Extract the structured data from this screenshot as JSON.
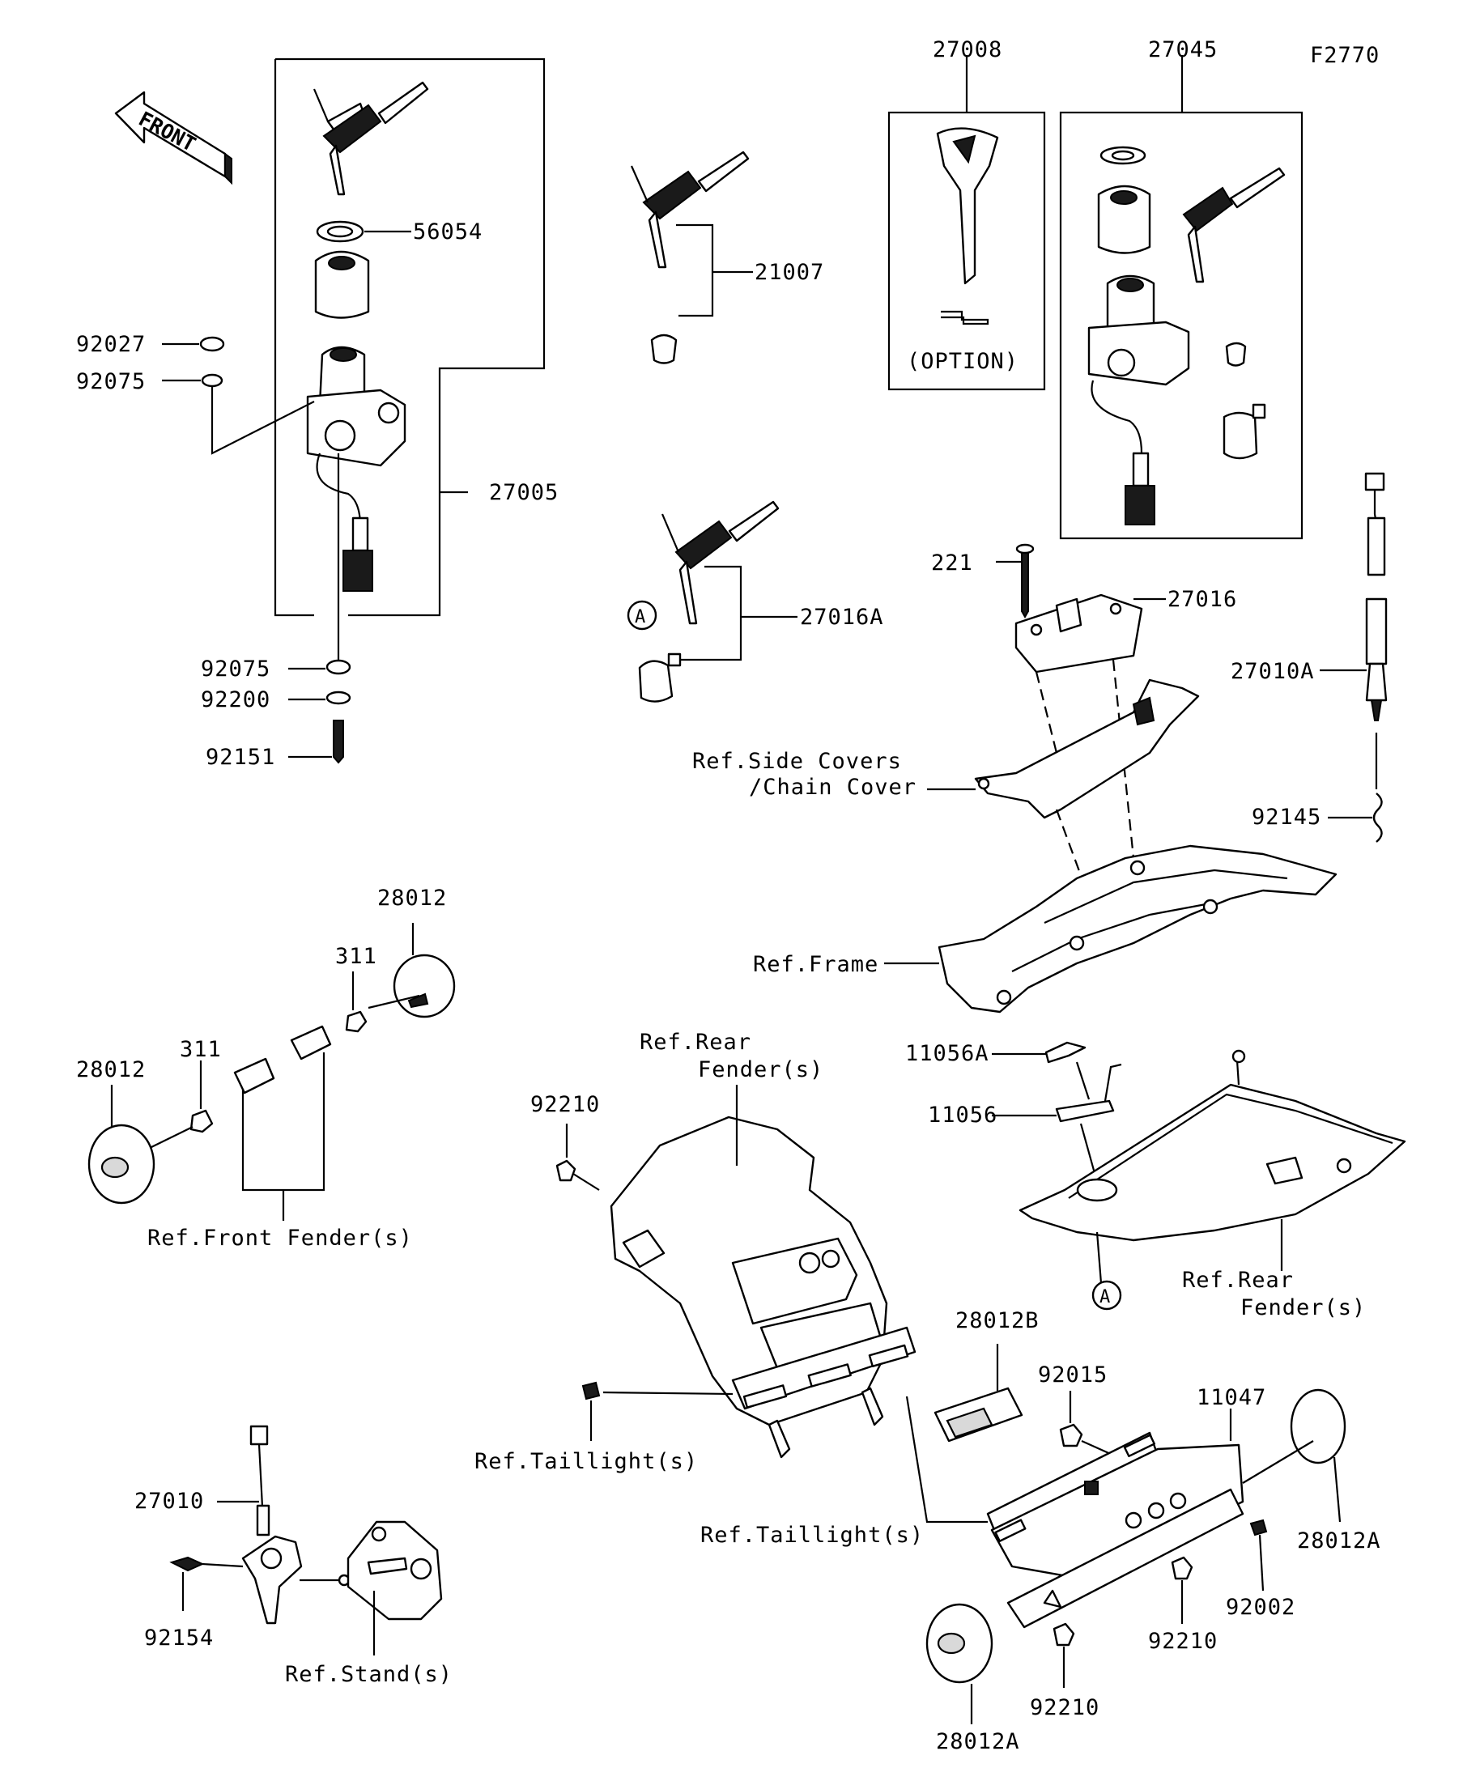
{
  "figure_code": "F2770",
  "front_arrow_label": "FRONT",
  "option_label": "(OPTION)",
  "callout_letter": "A",
  "part_numbers": {
    "p56054": "56054",
    "p92027": "92027",
    "p92075_top": "92075",
    "p27005": "27005",
    "p92075_bottom": "92075",
    "p92200": "92200",
    "p92151": "92151",
    "p21007": "21007",
    "p27016A": "27016A",
    "p27008": "27008",
    "p27045": "27045",
    "p221": "221",
    "p27016": "27016",
    "p27010A": "27010A",
    "p92145": "92145",
    "p28012_top": "28012",
    "p311_top": "311",
    "p311_left": "311",
    "p28012_left": "28012",
    "p92210_top": "92210",
    "p11056A": "11056A",
    "p11056": "11056",
    "p28012B": "28012B",
    "p92015": "92015",
    "p11047": "11047",
    "p28012A_right": "28012A",
    "p92002": "92002",
    "p92210_right": "92210",
    "p92210_bottom": "92210",
    "p28012A_bottom": "28012A",
    "p27010": "27010",
    "p92154": "92154"
  },
  "references": {
    "side_covers_line1": "Ref.Side Covers",
    "side_covers_line2": "/Chain Cover",
    "frame": "Ref.Frame",
    "rear_fender_top_line1": "Ref.Rear",
    "rear_fender_top_line2": "Fender(s)",
    "rear_fender_right_line1": "Ref.Rear",
    "rear_fender_right_line2": "Fender(s)",
    "front_fender": "Ref.Front Fender(s)",
    "taillight_left": "Ref.Taillight(s)",
    "taillight_bottom": "Ref.Taillight(s)",
    "stand": "Ref.Stand(s)"
  }
}
